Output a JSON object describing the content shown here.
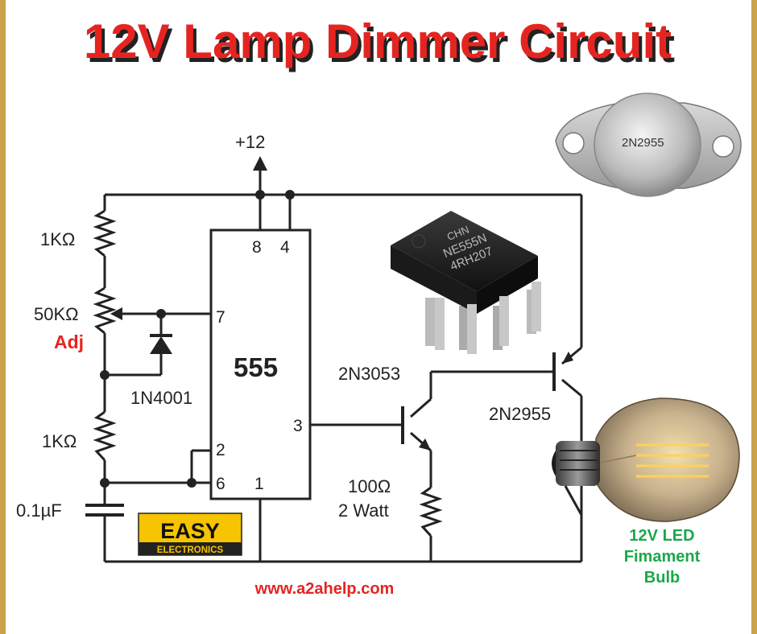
{
  "page": {
    "title": "12V Lamp Dimmer Circuit",
    "website": "www.a2ahelp.com",
    "colors": {
      "title": "#e52421",
      "title_shadow": "#222222",
      "green_label": "#1aa84a",
      "adj_red": "#e52421",
      "border_gold": "#c9a24a",
      "logo_yellow": "#f6c400"
    }
  },
  "circuit": {
    "supply_label": "+12",
    "ic_label": "555",
    "pins": {
      "p8": "8",
      "p4": "4",
      "p7": "7",
      "p3": "3",
      "p2": "2",
      "p6": "6",
      "p1": "1"
    },
    "r1_label": "1KΩ",
    "pot_label": "50KΩ",
    "pot_adj": "Adj",
    "diode_label": "1N4001",
    "r2_label": "1KΩ",
    "cap_label": "0.1µF",
    "q1_label": "2N3053",
    "q2_label": "2N2955",
    "r3_label_line1": "100Ω",
    "r3_label_line2": "2 Watt"
  },
  "photos": {
    "transistor_marking": "2N2955",
    "ic_marking_line1": "CHN",
    "ic_marking_line2": "NE555N",
    "ic_marking_line3": "4RH207",
    "bulb_label_line1": "12V LED",
    "bulb_label_line2": "Fimament",
    "bulb_label_line3": "Bulb"
  },
  "logo": {
    "line1": "EASY",
    "line2": "ELECTRONICS"
  }
}
